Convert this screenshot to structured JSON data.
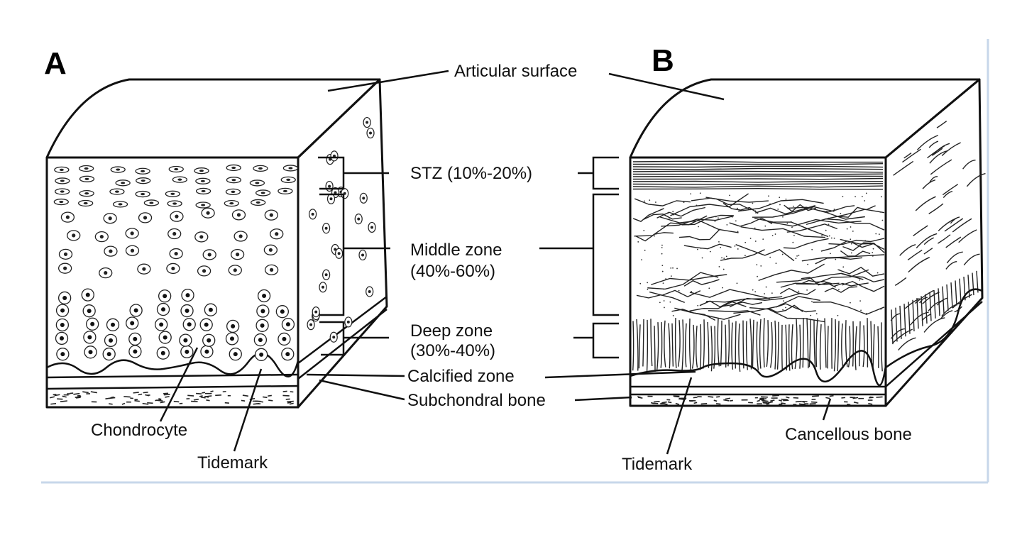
{
  "panels": {
    "a": "A",
    "b": "B"
  },
  "labels": {
    "articular_surface": "Articular surface",
    "stz": "STZ (10%-20%)",
    "middle_zone_1": "Middle zone",
    "middle_zone_2": "(40%-60%)",
    "deep_zone_1": "Deep zone",
    "deep_zone_2": "(30%-40%)",
    "calcified_zone": "Calcified zone",
    "subchondral_bone": "Subchondral bone",
    "chondrocyte": "Chondrocyte",
    "tidemark_a": "Tidemark",
    "tidemark_b": "Tidemark",
    "cancellous_bone": "Cancellous bone"
  },
  "colors": {
    "frame": "#c7d7ea",
    "ink": "#111111"
  }
}
